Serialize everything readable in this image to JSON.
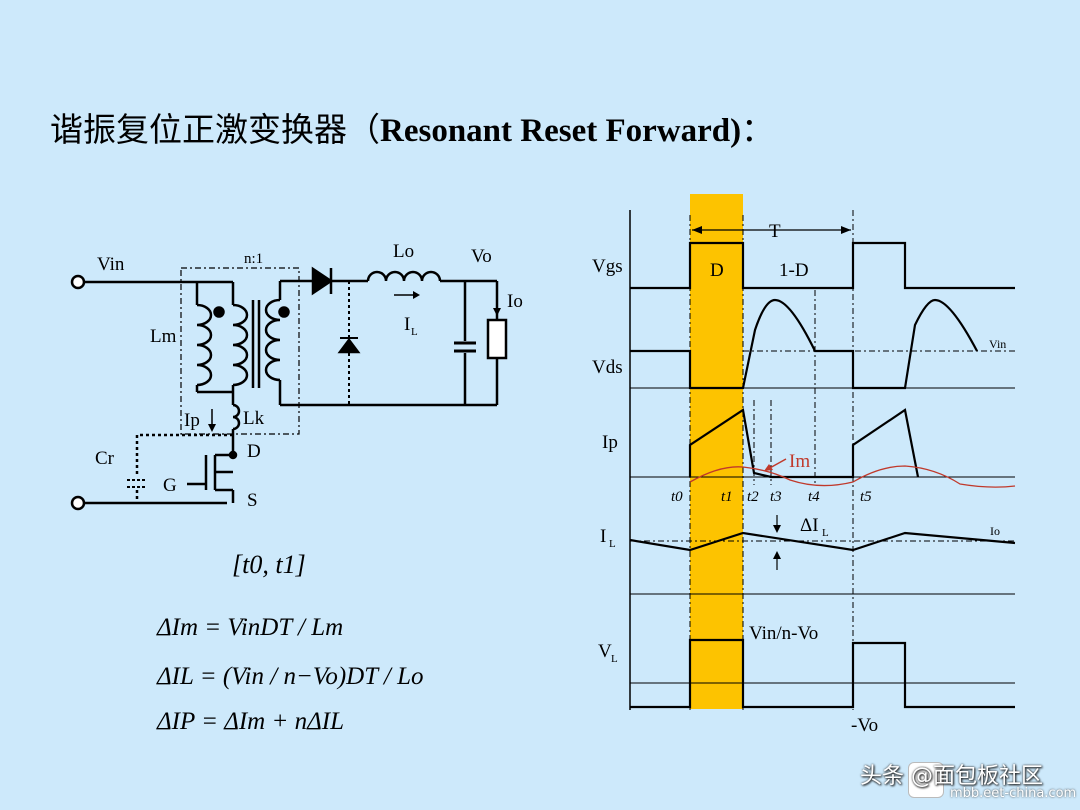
{
  "title": {
    "cn": "谐振复位正激变换器（",
    "en": "Resonant Reset Forward)",
    "colon": "："
  },
  "circuit": {
    "vin": "Vin",
    "ratio": "n:1",
    "lo": "Lo",
    "vo": "Vo",
    "io": "Io",
    "lm": "Lm",
    "il_main": "I",
    "il_sub": "L",
    "ip": "Ip",
    "lk": "Lk",
    "cr": "Cr",
    "g": "G",
    "d": "D",
    "s": "S"
  },
  "interval": "[t0, t1]",
  "equations": [
    "ΔIm = VinDT / Lm",
    "ΔIL = (Vin / n−Vo)DT / Lo",
    "ΔIP = ΔIm + nΔIL"
  ],
  "waveforms": {
    "vgs": "Vgs",
    "vds": "Vds",
    "ip": "Ip",
    "il_main": "I",
    "il_sub": "L",
    "vl_main": "V",
    "vl_sub": "L",
    "period": "T",
    "duty": "D",
    "one_minus_d": "1-D",
    "vin": "Vin",
    "im": "Im",
    "delta_il": "ΔI",
    "delta_il_sub": "L",
    "io": "Io",
    "t0": "t0",
    "t1": "t1",
    "t2": "t2",
    "t3": "t3",
    "t4": "t4",
    "t5": "t5",
    "vin_n_vo": "Vin/n-Vo",
    "neg_vo": "-Vo"
  },
  "colors": {
    "background": "#cde9fb",
    "highlight": "#fdc300",
    "im_curve": "#c0392b"
  },
  "watermark": {
    "text": "头条 @面包板社区",
    "site": "mbb.eet-china.com"
  }
}
